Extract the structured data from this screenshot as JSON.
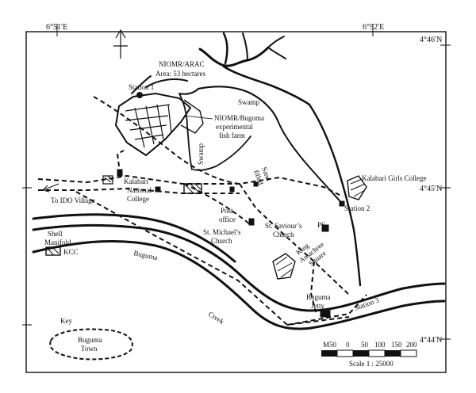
{
  "coordinates": {
    "top_left": "6°51′E",
    "top_right": "6°52′E",
    "right_top": "4°46′N",
    "right_mid": "4°45′N",
    "right_bottom": "4°44′N"
  },
  "labels": {
    "niomr_arac": "NIOMR/ARAC",
    "area": "Area: 53 hectares",
    "station1": "Station 1",
    "swamp_top": "Swamp",
    "niomr_bugoma_1": "NIOMR/Bugoma",
    "niomr_bugoma_2": "experimental",
    "niomr_bugoma_3": "fish farm",
    "swamp_vertical": "Swamp",
    "sand_filled_1": "Sand",
    "sand_filled_2": "filled",
    "kalabari_national_1": "Kalabari",
    "kalabari_national_2": "National",
    "kalabari_national_3": "College",
    "to_ido": "To IDO Village",
    "kalabari_girls": "Kalabari Girls College",
    "station2": "Station 2",
    "post_office_1": "Post",
    "post_office_2": "office",
    "st_saviour_1": "St. Saviour’s",
    "st_saviour_2": "Church",
    "st_michael_1": "St. Michael’s",
    "st_michael_2": "Church",
    "ps": "PS",
    "king_square_1": "King",
    "king_square_2": "Amachree",
    "king_square_3": "Square",
    "shell_1": "Shell",
    "shell_2": "Manifold",
    "kcc": "KCC",
    "buguma_river": "Buguma",
    "creek": "Creek",
    "buguma_jetty_1": "Buguma",
    "buguma_jetty_2": "Jetty",
    "station3": "Station 3",
    "key": "Key",
    "key_town_1": "Buguma",
    "key_town_2": "Town"
  },
  "scale_bar": {
    "ticks": [
      "M50",
      "0",
      "50",
      "100",
      "150",
      "200"
    ],
    "label": "Scale 1 : 25000"
  },
  "colors": {
    "ink": "#111111",
    "background": "#ffffff"
  }
}
